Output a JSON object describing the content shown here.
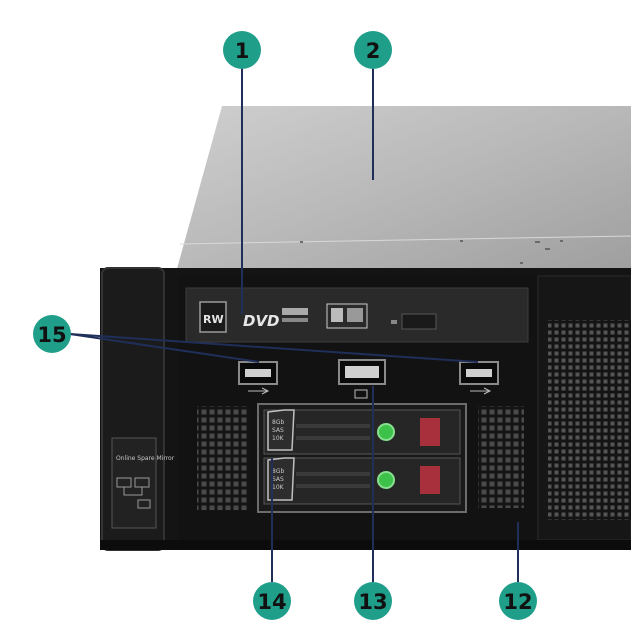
{
  "callouts": [
    {
      "label": "1"
    },
    {
      "label": "2"
    },
    {
      "label": "15"
    },
    {
      "label": "14"
    },
    {
      "label": "13"
    },
    {
      "label": "12"
    }
  ],
  "optical_drive": {
    "rw_badge": "RW",
    "dvd_logo": "DVD"
  },
  "ear_label": {
    "top": "Online Spare Mirror"
  },
  "colors": {
    "callout_fill": "#1f9e8a",
    "chassis_top": "#b9b9b9",
    "chassis_front": "#151515",
    "drive_eject_red": "#a8303c",
    "drive_led_green": "#3cc24a"
  },
  "icons": [
    "usb-icon",
    "video-port-icon"
  ]
}
